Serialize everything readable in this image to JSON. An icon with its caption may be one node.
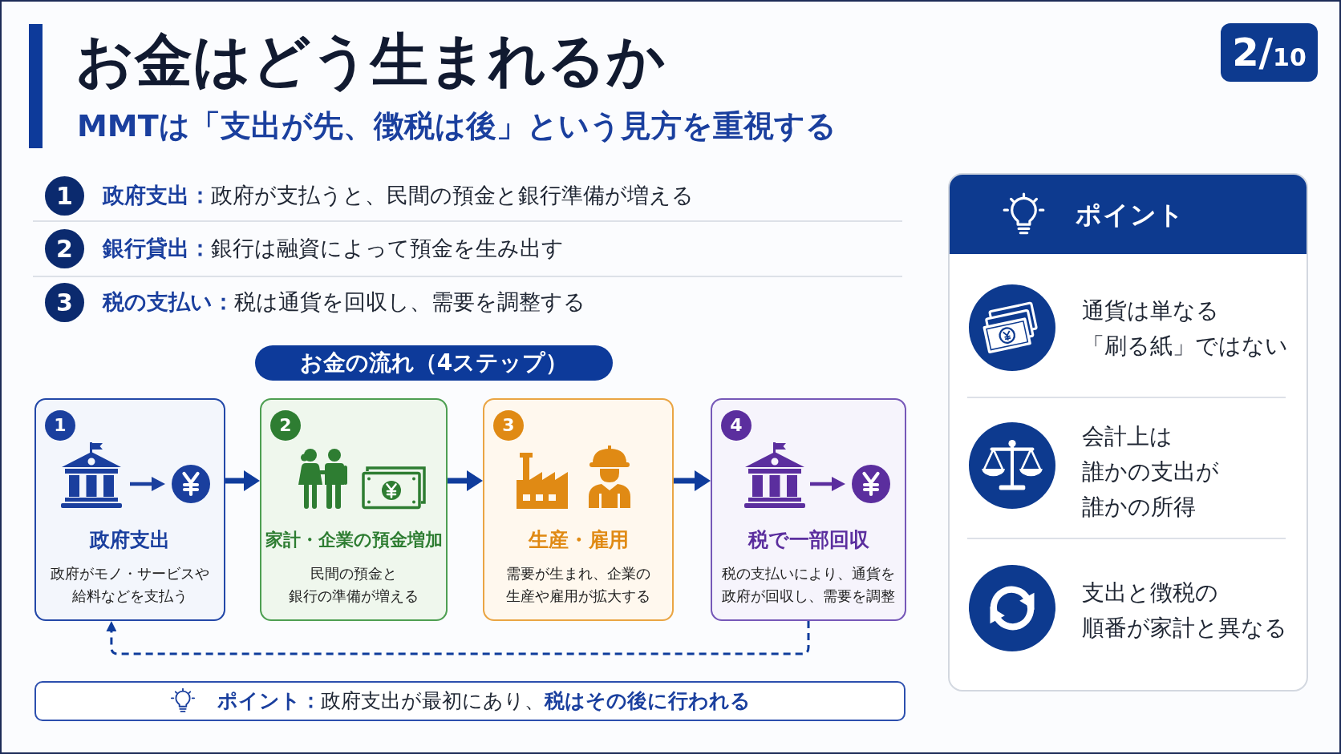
{
  "diagram": {
    "title": "お金はどう生まれるか",
    "nodes": [
      {
        "text": [
          "2/10"
        ]
      },
      {
        "text": [
          "1"
        ],
        "beside": [
          "**政府支出：**政府が支払うと、民間の預金と銀行準備が増える"
        ]
      },
      {
        "text": [
          "2"
        ],
        "beside": [
          "**銀行貸出：**銀行は融資によって預金を生み出す"
        ]
      },
      {
        "text": [
          "3"
        ],
        "beside": [
          "**税の支払い：**税は通貨を回収し、需要を調整する"
        ]
      },
      {
        "text": [
          "お金の流れ（4ステップ）"
        ]
      },
      {
        "text": [
          "政府支出",
          "政府がモノ・サービスや給料などを支払う"
        ]
      },
      {
        "text": [
          "1"
        ],
        "in": 5
      },
      {
        "text": [
          "家計・企業の預金増加",
          "民間の預金と銀行の準備が増える"
        ]
      },
      {
        "text": [
          "2"
        ],
        "in": 7
      },
      {
        "text": [
          "生産・雇用",
          "需要が生まれ、企業の生産や雇用が拡大する"
        ]
      },
      {
        "text": [
          "3"
        ],
        "in": 9
      },
      {
        "text": [
          "税で一部回収",
          "税の支払いにより、通貨を政府が回収し、需要を調整"
        ]
      },
      {
        "text": [
          "4"
        ],
        "in": 11
      },
      {
        "text": [
          "**ポイント：**政府支出が最初にあり、**税はその後に行われる**"
        ]
      },
      {
        "text": [
          "ポイント",
          "通貨は単なる「刷る紙」ではない",
          "会計上は誰かの支出が誰かの所得",
          "支出と徴税の順番が家計と異なる"
        ]
      }
    ],
    "edges": [
      {
        "from": 5,
        "to": 7,
        "arrow": "to"
      },
      {
        "from": 7,
        "to": 9,
        "arrow": "to"
      },
      {
        "from": 9,
        "to": 11,
        "arrow": "to"
      },
      {
        "from": 11,
        "to": 5,
        "arrow": "to",
        "style": "dashed"
      }
    ],
    "labels": [
      "MMTは「支出が先、徴税は後」という見方を重視する"
    ]
  }
}
